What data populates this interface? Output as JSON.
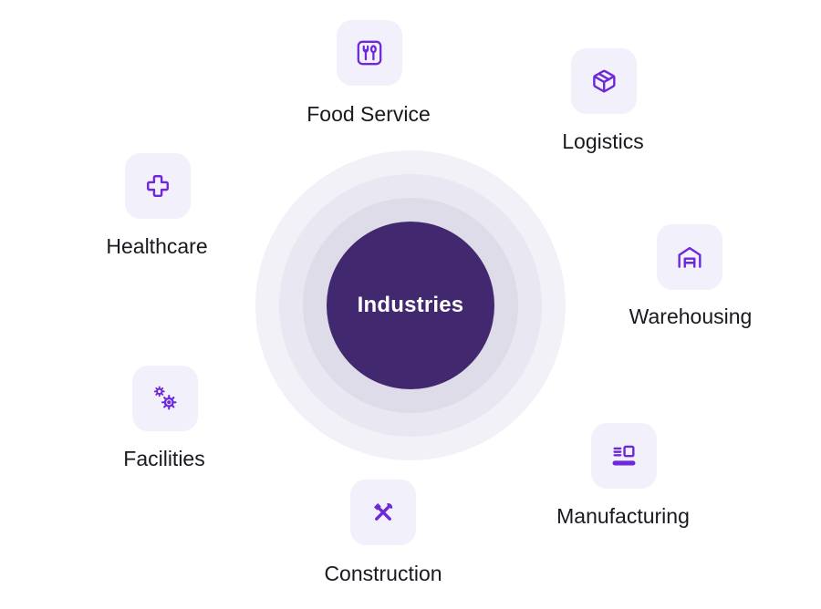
{
  "diagram": {
    "title": "Industries",
    "items": [
      {
        "label": "Food Service",
        "icon": "utensils-icon"
      },
      {
        "label": "Logistics",
        "icon": "package-icon"
      },
      {
        "label": "Warehousing",
        "icon": "warehouse-icon"
      },
      {
        "label": "Manufacturing",
        "icon": "assembly-line-icon"
      },
      {
        "label": "Construction",
        "icon": "hammer-wrench-icon"
      },
      {
        "label": "Facilities",
        "icon": "gears-icon"
      },
      {
        "label": "Healthcare",
        "icon": "medical-cross-icon"
      }
    ],
    "colors": {
      "hub_fill": "#41286f",
      "hub_text": "#ffffff",
      "ring_outer": "#f2f1f7",
      "ring_middle": "#e9e7f1",
      "ring_inner": "#dfdcea",
      "tile_bg": "#f2f0fb",
      "icon_color": "#6d28d9",
      "label_color": "#19191f",
      "background": "#ffffff"
    }
  }
}
